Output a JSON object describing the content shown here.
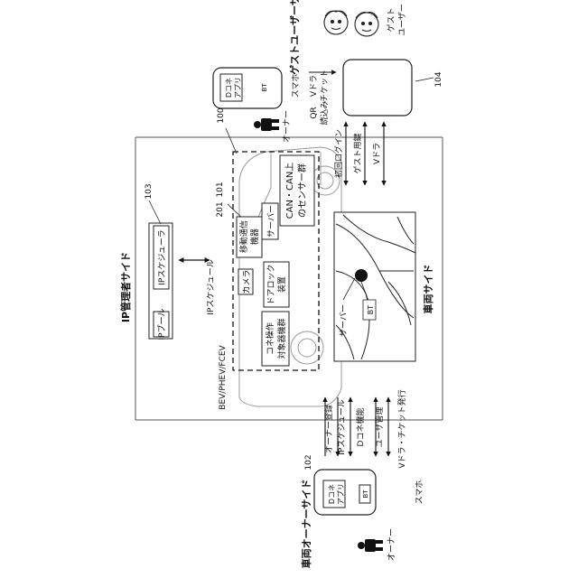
{
  "sides": {
    "ip_manager": "IP管理者サイド",
    "vehicle": "車両サイド",
    "guest_user": "ゲストユーザーサイド",
    "vehicle_owner": "車両オーナーサイド"
  },
  "refs": {
    "r100": "100",
    "r101": "101",
    "r102": "102",
    "r103": "103",
    "r104": "104",
    "r201": "201"
  },
  "ip_manager": {
    "ip_pool": "IPプール",
    "ip_scheduler": "IPスケジューラ"
  },
  "vehicle": {
    "ip_schedule": "IPスケジュール",
    "vehicle_types": "BEV/PHEV/FCEV",
    "camera": "カメラ",
    "mobile_comm": "移動通信",
    "mobile_comm_2": "機器",
    "server": "サーバー",
    "can": "CAN・CAN上",
    "can_2": "のセンサー群",
    "door_lock": "ドアロック",
    "door_lock_2": "装置",
    "connected_ops": "コネ操作",
    "connected_ops_2": "対象器機群",
    "photo_server": "サーバー",
    "photo_bt": "BT"
  },
  "owner": {
    "person_label": "オーナー",
    "phone_label": "スマホ",
    "app_line1": "Dコネ",
    "app_line2": "アプリ",
    "bt": "BT"
  },
  "owner_arrows": {
    "a1": "オーナー登録",
    "a2": "IPスケジュール",
    "a3": "Dコネ機能",
    "a4": "ユーザ管理",
    "a5": "Vドラ・チケット発行"
  },
  "guest": {
    "phone_label": "スマホ",
    "app_line1": "Dコネ",
    "app_line2": "アプリ",
    "bt": "BT",
    "owner_label": "オーナー",
    "guest_user_label": "ゲスト",
    "guest_user_label_2": "ユーザー",
    "vdra": "Vドラ",
    "ticket": "チケット",
    "qr_1": "QR",
    "qr_2": "読込み"
  },
  "guest_arrows": {
    "a1": "初回ログイン",
    "a2": "ゲスト用鍵",
    "a3": "Vドラ"
  }
}
